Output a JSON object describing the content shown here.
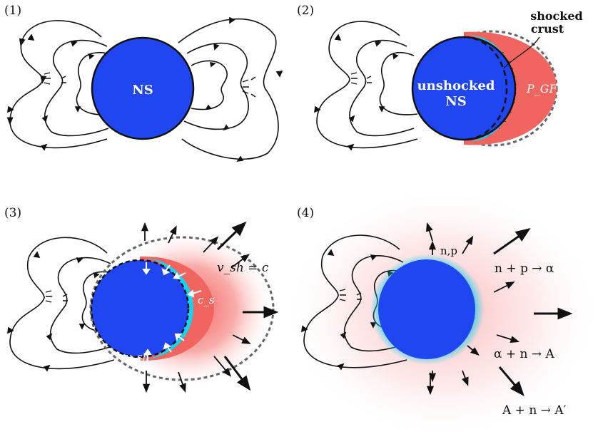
{
  "panels": [
    {
      "number": "(1)",
      "ns_label": "NS"
    },
    {
      "number": "(2)",
      "shocked_label": "shocked",
      "crust_label": "crust",
      "unshocked_label": "unshocked",
      "ns_label": "NS",
      "pressure_label": "P_GF"
    },
    {
      "number": "(3)",
      "shock_speed_label": "v_sh ≃ c",
      "sound_speed_label": "c_s",
      "vsh_label": "v_sh"
    },
    {
      "number": "(4)",
      "np_label": "n,p",
      "reaction_1": "n + p → α",
      "reaction_2": "α + n → A",
      "reaction_3": "A + n → A′"
    }
  ],
  "colors": {
    "ns_blue": "#1f46f0",
    "shocked_cyan": "#14d4f4",
    "hot_red": "#f0655f",
    "outline": "#111111",
    "dashed": "#666666"
  }
}
